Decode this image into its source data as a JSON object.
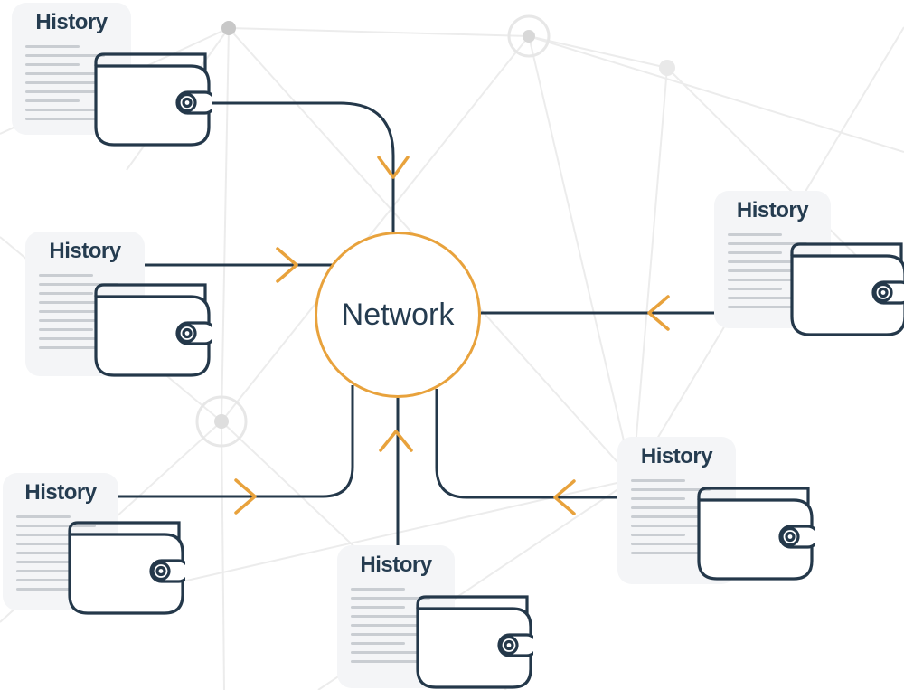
{
  "colors": {
    "ink": "#24384a",
    "accent": "#e8a23c",
    "card_bg": "#f4f5f7",
    "card_line": "#c9cdd2",
    "mesh": "#ececec",
    "title": "#253c50"
  },
  "network": {
    "label": "Network"
  },
  "stations": [
    {
      "id": "top-left",
      "label": "History"
    },
    {
      "id": "middle-left",
      "label": "History"
    },
    {
      "id": "bottom-left",
      "label": "History"
    },
    {
      "id": "bottom-center",
      "label": "History"
    },
    {
      "id": "middle-right",
      "label": "History"
    },
    {
      "id": "bottom-right",
      "label": "History"
    }
  ],
  "history_card": {
    "line_widths": [
      60,
      88,
      60,
      112,
      92,
      92,
      60,
      98,
      88
    ]
  }
}
